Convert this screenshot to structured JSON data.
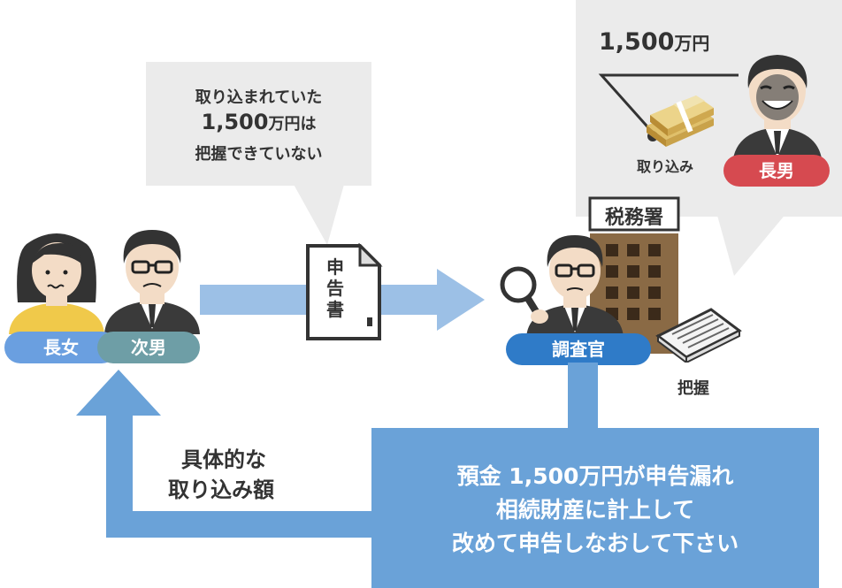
{
  "speech_left": {
    "line1": "取り込まれていた",
    "line2_amount": "1,500",
    "line2_unit": "万円は",
    "line3": "把握できていない"
  },
  "speech_right": {
    "amount": "1,500",
    "unit": "万円",
    "action": "取り込み",
    "person": "長男"
  },
  "people": {
    "eldest_daughter": "長女",
    "second_son": "次男",
    "investigator": "調査官"
  },
  "document": {
    "label": "申告書"
  },
  "tax_office": {
    "label": "税務署"
  },
  "grasp_label": "把握",
  "return_arrow_text": {
    "line1": "具体的な",
    "line2": "取り込み額"
  },
  "notice_box": {
    "line1": "預金 1,500万円が申告漏れ",
    "line2": "相続財産に計上して",
    "line3": "改めて申告しなおして下さい"
  },
  "colors": {
    "arrow_light": "#9cc0e6",
    "arrow_box": "#6aa2d8",
    "pill_daughter": "#6a9fe0",
    "pill_son2": "#6e9ea6",
    "pill_investigator": "#2f7bc8",
    "pill_eldest_son": "#d64a50",
    "bubble": "#ebebeb"
  }
}
